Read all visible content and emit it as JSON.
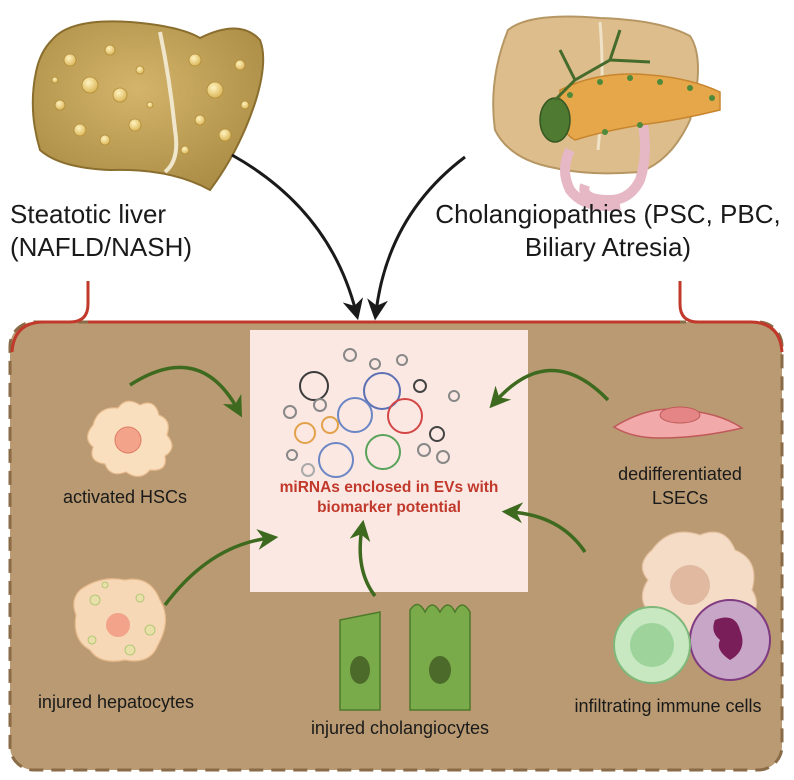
{
  "labels": {
    "steatotic_line1": "Steatotic liver",
    "steatotic_line2": "(NAFLD/NASH)",
    "cholangio_line1": "Cholangiopathies (PSC, PBC,",
    "cholangio_line2": "Biliary Atresia)",
    "activated_hscs": "activated HSCs",
    "injured_hepatocytes": "injured hepatocytes",
    "injured_cholangiocytes": "injured cholangiocytes",
    "dedifferentiated_line1": "dedifferentiated",
    "dedifferentiated_line2": "LSECs",
    "infiltrating_immune": "infiltrating immune cells",
    "center_line1": "miRNAs enclosed in EVs with",
    "center_line2": "biomarker potential"
  },
  "colors": {
    "panel_fill": "#b99a72",
    "panel_dash": "#8a6b47",
    "bracket": "#c0392b",
    "center_box": "#fbe8e3",
    "center_text": "#c0392b",
    "green_arrow": "#3e6a1f",
    "black_arrow": "#1a1a1a"
  }
}
